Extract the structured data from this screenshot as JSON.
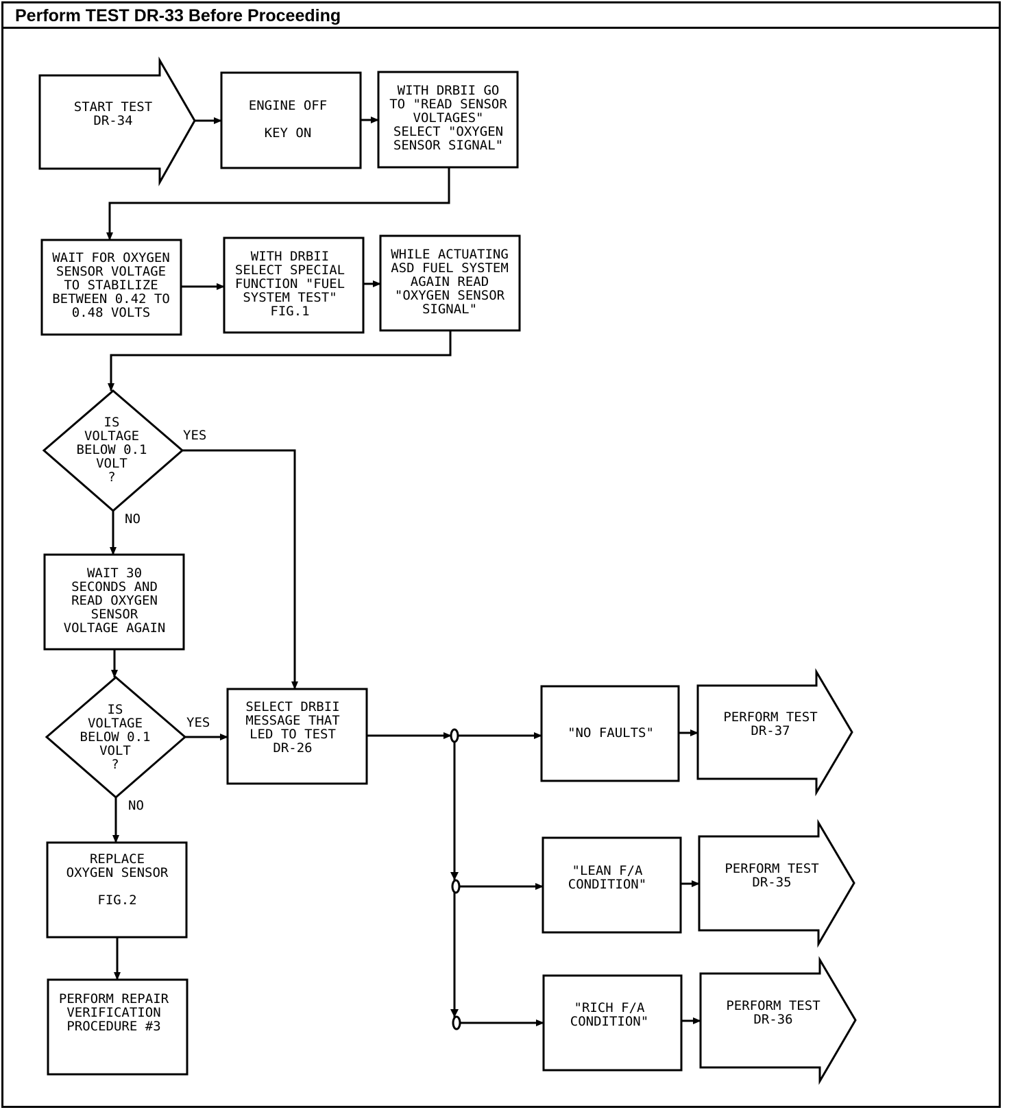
{
  "header": {
    "title": "Perform TEST DR-33 Before Proceeding"
  },
  "nodes": {
    "start": [
      "START TEST",
      "DR-34"
    ],
    "engine_off": [
      "ENGINE OFF",
      "",
      "KEY ON"
    ],
    "read_sensor": [
      "WITH DRBII GO",
      "TO \"READ SENSOR",
      "VOLTAGES\"",
      "SELECT \"OXYGEN",
      "SENSOR SIGNAL\""
    ],
    "wait_oxygen": [
      "WAIT FOR OXYGEN",
      "SENSOR VOLTAGE",
      "TO STABILIZE",
      "BETWEEN 0.42 TO",
      "0.48 VOLTS"
    ],
    "special_function": [
      "WITH DRBII",
      "SELECT SPECIAL",
      "FUNCTION \"FUEL",
      "SYSTEM TEST\"",
      "FIG.1"
    ],
    "actuating_asd": [
      "WHILE ACTUATING",
      "ASD FUEL SYSTEM",
      "AGAIN READ",
      "\"OXYGEN SENSOR",
      "SIGNAL\""
    ],
    "decision1": [
      "IS",
      "VOLTAGE",
      "BELOW 0.1",
      "VOLT",
      "?"
    ],
    "wait30": [
      "WAIT 30",
      "SECONDS AND",
      "READ OXYGEN",
      "SENSOR",
      "VOLTAGE AGAIN"
    ],
    "decision2": [
      "IS",
      "VOLTAGE",
      "BELOW 0.1",
      "VOLT",
      "?"
    ],
    "select_message": [
      "SELECT DRBII",
      "MESSAGE THAT",
      "LED TO TEST",
      "DR-26"
    ],
    "replace_sensor": [
      "REPLACE",
      "OXYGEN SENSOR",
      "",
      "FIG.2"
    ],
    "repair_verification": [
      "PERFORM REPAIR",
      "VERIFICATION",
      "PROCEDURE #3"
    ],
    "no_faults": [
      "\"NO FAULTS\""
    ],
    "lean": [
      "\"LEAN F/A",
      "CONDITION\""
    ],
    "rich": [
      "\"RICH F/A",
      "CONDITION\""
    ],
    "test37": [
      "PERFORM TEST",
      "DR-37"
    ],
    "test35": [
      "PERFORM TEST",
      "DR-35"
    ],
    "test36": [
      "PERFORM TEST",
      "DR-36"
    ]
  },
  "labels": {
    "d1_yes": "YES",
    "d1_no": "NO",
    "d2_yes": "YES",
    "d2_no": "NO"
  }
}
